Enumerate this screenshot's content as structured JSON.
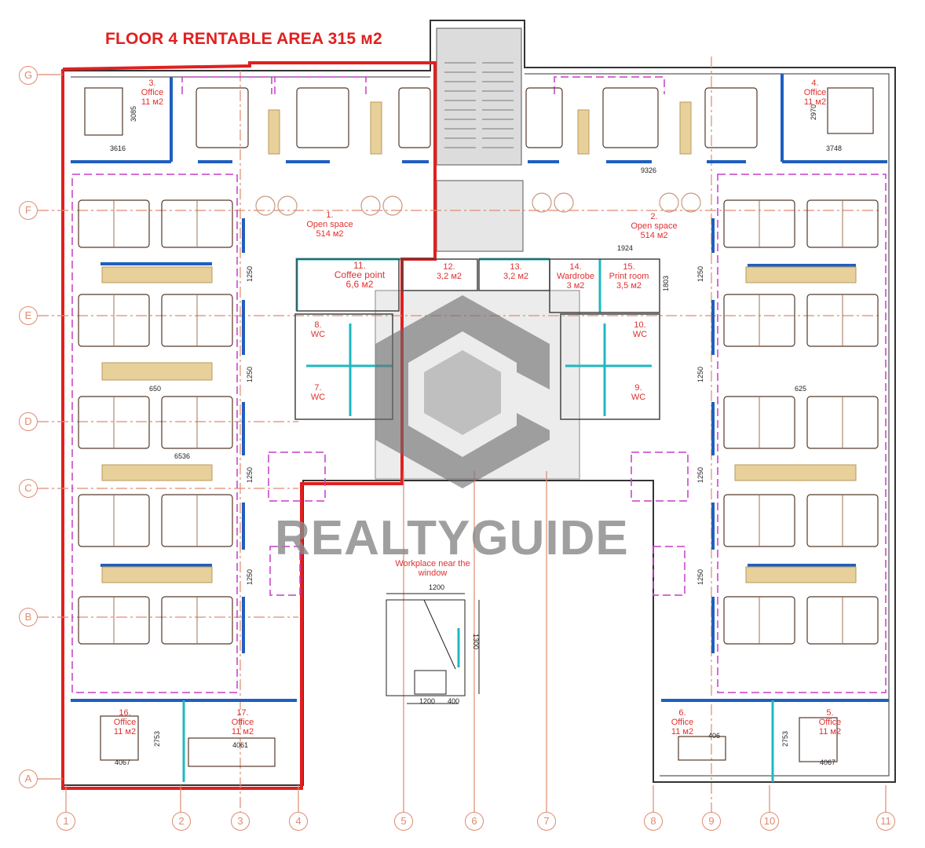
{
  "title": "FLOOR 4 RENTABLE AREA 315 м2",
  "watermark": {
    "brand": "REALTYGUIDE"
  },
  "axes_rows": [
    "G",
    "F",
    "E",
    "D",
    "C",
    "B",
    "A"
  ],
  "axes_cols": [
    "1",
    "2",
    "3",
    "4",
    "5",
    "6",
    "7",
    "8",
    "9",
    "10",
    "11"
  ],
  "rooms": [
    {
      "num": "1.",
      "name": "Open space",
      "area": "514 м2"
    },
    {
      "num": "2.",
      "name": "Open space",
      "area": "514 м2"
    },
    {
      "num": "3.",
      "name": "Office",
      "area": "11 м2"
    },
    {
      "num": "4.",
      "name": "Office",
      "area": "11 м2"
    },
    {
      "num": "5.",
      "name": "Office",
      "area": "11 м2"
    },
    {
      "num": "6.",
      "name": "Office",
      "area": "11 м2"
    },
    {
      "num": "7.",
      "name": "WC",
      "area": ""
    },
    {
      "num": "8.",
      "name": "WC",
      "area": ""
    },
    {
      "num": "9.",
      "name": "WC",
      "area": ""
    },
    {
      "num": "10.",
      "name": "WC",
      "area": ""
    },
    {
      "num": "11.",
      "name": "Coffee point",
      "area": "6,6 м2"
    },
    {
      "num": "12.",
      "name": "",
      "area": "3,2 м2"
    },
    {
      "num": "13.",
      "name": "",
      "area": "3,2 м2"
    },
    {
      "num": "14.",
      "name": "Wardrobe",
      "area": "3 м2"
    },
    {
      "num": "15.",
      "name": "Print room",
      "area": "3,5 м2"
    },
    {
      "num": "16.",
      "name": "Office",
      "area": "11 м2"
    },
    {
      "num": "17.",
      "name": "Office",
      "area": "11 м2"
    }
  ],
  "inset": {
    "title": "Workplace near the window",
    "dim_top": "1200",
    "dim_bottom_a": "1200",
    "dim_bottom_b": "400",
    "dim_side": "1300"
  },
  "dimensions": {
    "office3_h": "3085",
    "office3_w": "3616",
    "office4_h": "2970",
    "office4_w": "3748",
    "corridor_w": "9326",
    "print_w": "1924",
    "print_h": "1803",
    "aisle": "1250",
    "desk_gap_l": "650",
    "desk_gap_r": "625",
    "row_len": "6536",
    "office16_h": "2753",
    "office16_w": "4067",
    "office17_w": "4061",
    "office6_w": "406",
    "office5_h": "2753",
    "office5_w": "4067"
  },
  "colors": {
    "accent": "#e02020",
    "wall": "#333333",
    "partition": "#1f5fbf",
    "glass": "#1fb8c0",
    "axis": "#e08a70",
    "desk": "#e8d09a"
  }
}
